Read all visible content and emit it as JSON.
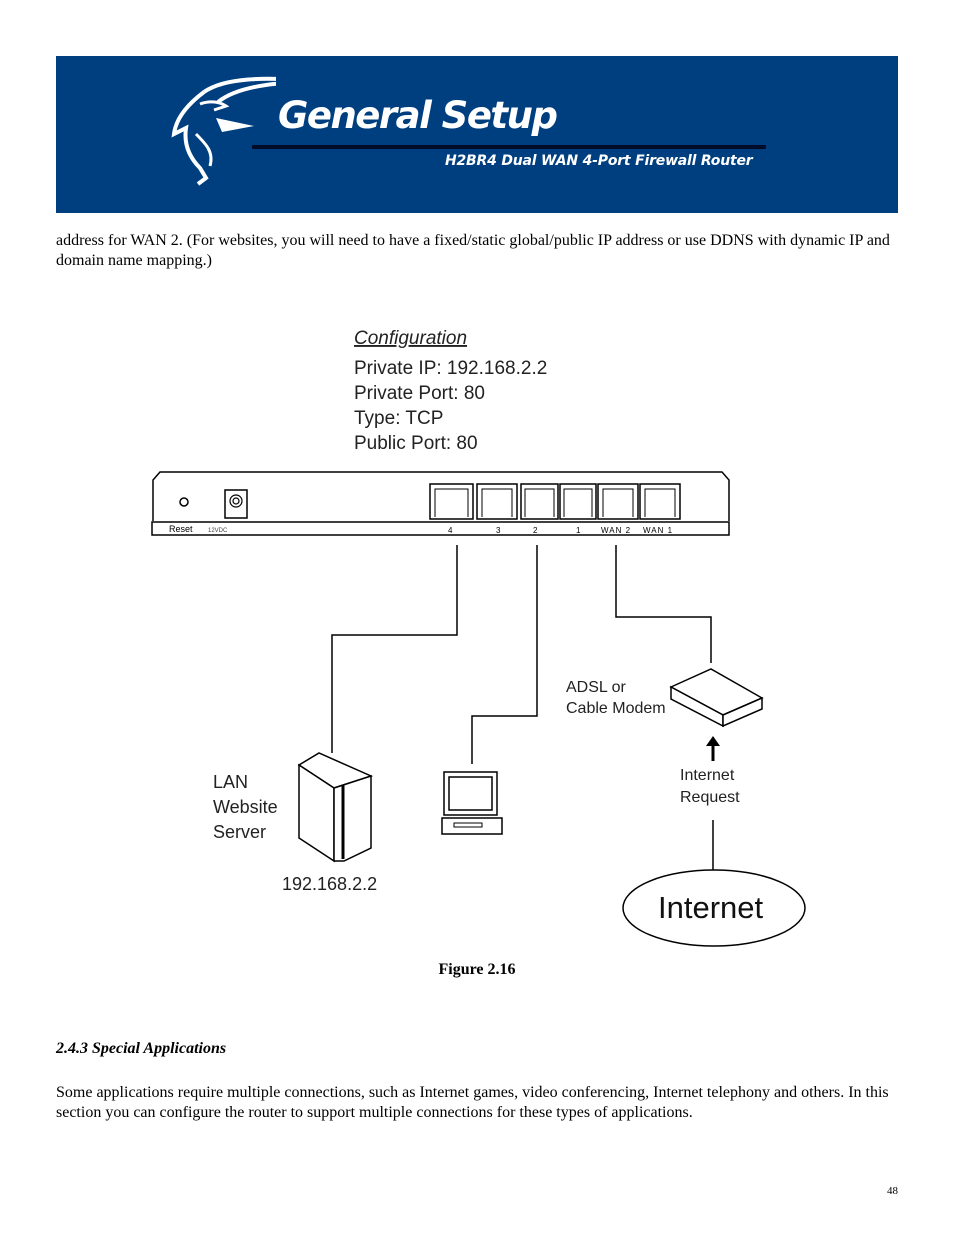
{
  "header": {
    "title": "General Setup",
    "subtitle": "H2BR4  Dual WAN 4-Port Firewall Router"
  },
  "intro_paragraph": "address for WAN 2.  (For websites, you will need to have a fixed/static global/public IP address or use DDNS with dynamic IP and domain name mapping.)",
  "figure": {
    "configuration": {
      "heading": "Configuration",
      "lines": [
        "Private IP: 192.168.2.2",
        "Private Port: 80",
        "Type: TCP",
        "Public Port: 80"
      ]
    },
    "router_panel": {
      "reset_label": "Reset",
      "power_label": "12VDC",
      "port_labels": [
        "4",
        "3",
        "2",
        "1",
        "WAN 2",
        "WAN 1"
      ]
    },
    "modem_label": [
      "ADSL or",
      "Cable Modem"
    ],
    "server_label": [
      "LAN",
      "Website",
      "Server"
    ],
    "server_ip": "192.168.2.2",
    "request_label": [
      "Internet",
      "Request"
    ],
    "internet_label": "Internet",
    "caption": "Figure 2.16"
  },
  "section": {
    "heading": "2.4.3 Special Applications",
    "body": "Some applications require multiple connections, such as Internet games, video conferencing, Internet telephony and others.  In this section you can configure the router to support multiple connections for these types of applications."
  },
  "page_number": "48"
}
